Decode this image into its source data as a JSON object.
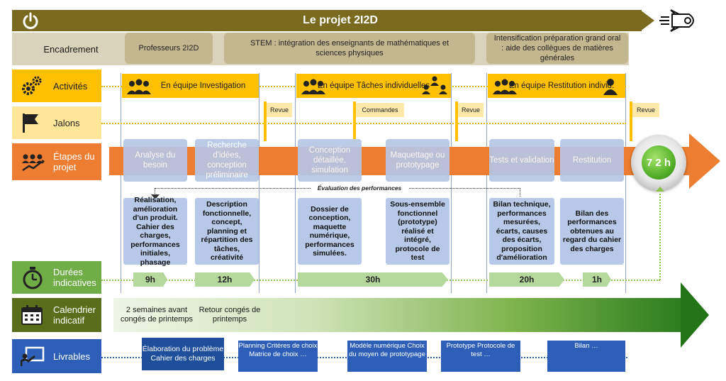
{
  "title": "Le projet 2I2D",
  "encadrement": {
    "label": "Encadrement",
    "boxes": [
      "Professeurs 2I2D",
      "STEM : intégration des enseignants de mathématiques et sciences physiques",
      "Intensification préparation grand oral : aide des collègues de matières générales"
    ]
  },
  "rows": {
    "activites": "Activités",
    "jalons": "Jalons",
    "etapes": "Étapes du projet",
    "durees": "Durées indicatives",
    "calendrier": "Calendrier indicatif",
    "livrables": "Livrables"
  },
  "activities": [
    "En équipe Investigation",
    "En équipe Tâches individuelles",
    "En équipe Restitution individ."
  ],
  "jalons": [
    "Revue",
    "Commandes",
    "Revue",
    "Revue"
  ],
  "etapes": [
    "Analyse du besoin",
    "Recherche d'idées, conception préliminaire",
    "Conception détaillée, simulation",
    "Maquettage ou prototypage",
    "Tests et validation",
    "Restitution"
  ],
  "total_hours": "7 2 h",
  "evaluation_label": "Évaluation des performances",
  "descriptions": [
    "Réalisation, amélioration d'un produit. Cahier des charges, performances initiales, phasage",
    "Description fonctionnelle, concept, planning et répartition des tâches, créativité",
    "Dossier de conception, maquette numérique, performances simulées.",
    "Sous-ensemble fonctionnel (prototype) réalisé et intégré, protocole de test",
    "Bilan technique, performances mesurées, écarts, causes des écarts, proposition d'amélioration",
    "Bilan des performances obtenues au regard du cahier des charges"
  ],
  "durations": [
    "9h",
    "12h",
    "30h",
    "20h",
    "1h"
  ],
  "calendar": [
    "2 semaines avant congés de printemps",
    "Retour congés de printemps"
  ],
  "livrables": [
    "Élaboration du problème Cahier des charges",
    "Planning Critères de choix Matrice de choix …",
    "Modèle numérique Choix du moyen de prototypage",
    "Prototype Protocole de test …",
    "Bilan …"
  ],
  "colors": {
    "title_band": "#7a6a1f",
    "encadrement": "#d8d3ba",
    "activity": "#ffc000",
    "etape_arrow": "#ed7d31",
    "etape_box": "#b6c6e6",
    "duree": "#70ad47",
    "calendrier": "#1e6b1a",
    "livrable": "#2e5fb8"
  },
  "icons": [
    "power-icon",
    "rocket-icon",
    "gears-icon",
    "flag-icon",
    "team-growth-icon",
    "stopwatch-icon",
    "calendar-icon",
    "presentation-icon",
    "team-icon",
    "person-icon"
  ]
}
